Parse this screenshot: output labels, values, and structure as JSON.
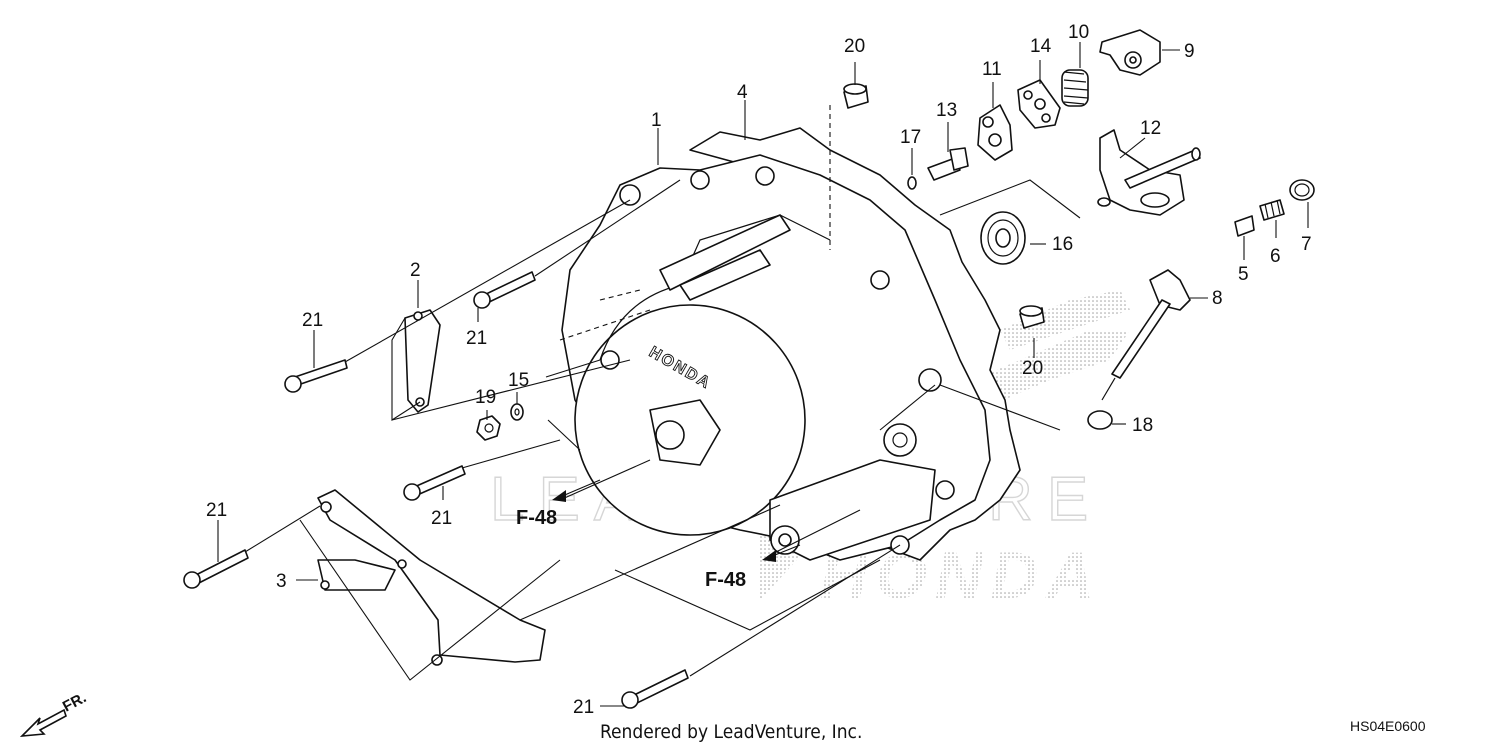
{
  "callouts": {
    "c1": "1",
    "c2": "2",
    "c3": "3",
    "c4": "4",
    "c5": "5",
    "c6": "6",
    "c7": "7",
    "c8": "8",
    "c9": "9",
    "c10": "10",
    "c11": "11",
    "c12": "12",
    "c13": "13",
    "c14": "14",
    "c15": "15",
    "c16": "16",
    "c17": "17",
    "c18": "18",
    "c19": "19",
    "c20a": "20",
    "c20b": "20",
    "c21a": "21",
    "c21b": "21",
    "c21c": "21",
    "c21d": "21",
    "c21e": "21"
  },
  "references": {
    "ref_a": "F-48",
    "ref_b": "F-48"
  },
  "cover_marking": "HONDA",
  "watermark": {
    "text": "LEADVENTURE",
    "logo_text": "HONDA"
  },
  "front_indicator": "FR.",
  "footer": {
    "credit": "Rendered by LeadVenture, Inc.",
    "code": "HS04E0600"
  }
}
